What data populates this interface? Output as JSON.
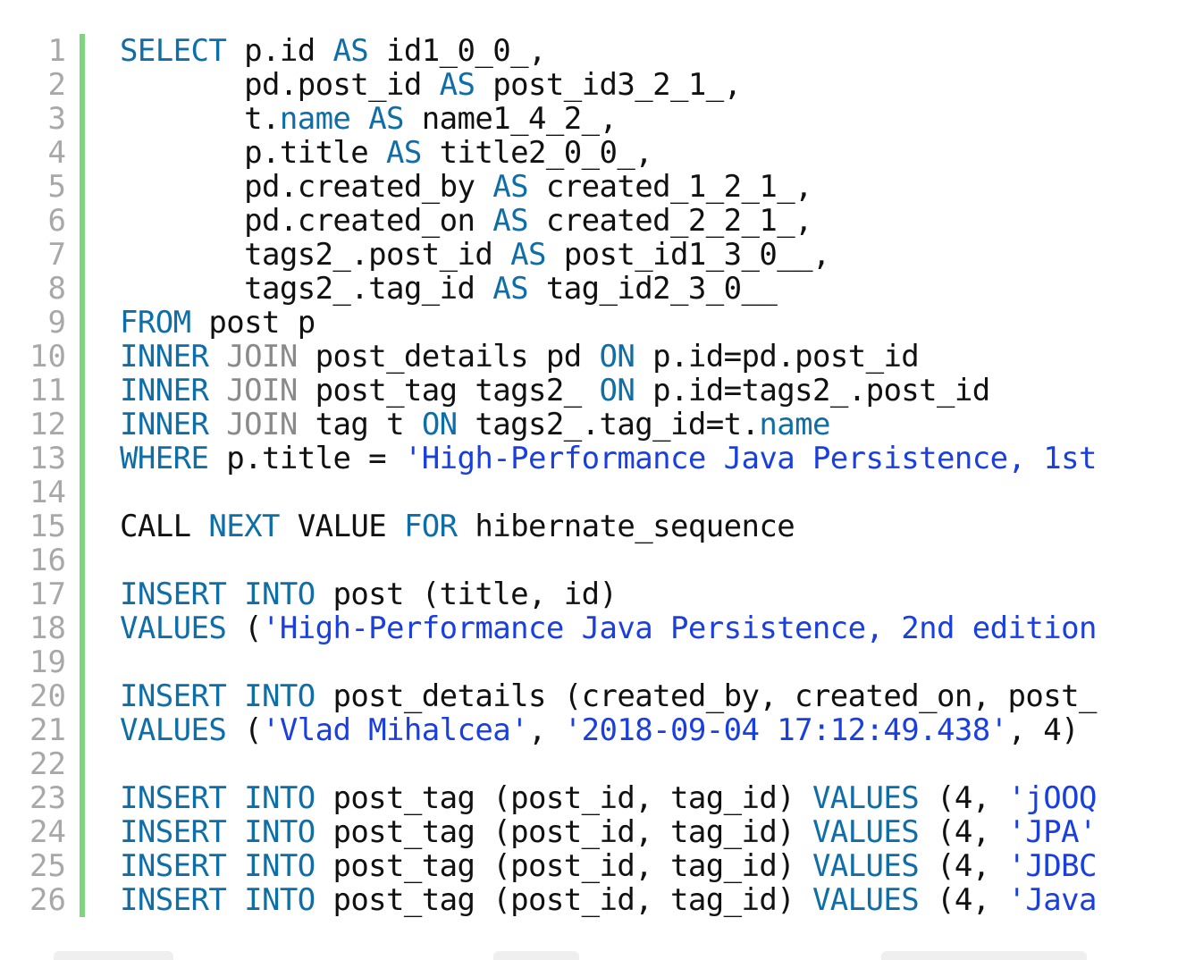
{
  "colors": {
    "keyword": "#0d6ea8",
    "join_keyword": "#8a8a8a",
    "string": "#1a3fe0",
    "text": "#111111",
    "line_number": "#a8a8a8",
    "change_bar": "#7fd67f"
  },
  "lines": [
    {
      "number": "1",
      "tokens": [
        {
          "t": "kw",
          "v": "SELECT"
        },
        {
          "t": "tx",
          "v": " p.id "
        },
        {
          "t": "kw",
          "v": "AS"
        },
        {
          "t": "tx",
          "v": " id1_0_0_,"
        }
      ]
    },
    {
      "number": "2",
      "tokens": [
        {
          "t": "tx",
          "v": "       pd.post_id "
        },
        {
          "t": "kw",
          "v": "AS"
        },
        {
          "t": "tx",
          "v": " post_id3_2_1_,"
        }
      ]
    },
    {
      "number": "3",
      "tokens": [
        {
          "t": "tx",
          "v": "       t."
        },
        {
          "t": "kw",
          "v": "name"
        },
        {
          "t": "tx",
          "v": " "
        },
        {
          "t": "kw",
          "v": "AS"
        },
        {
          "t": "tx",
          "v": " name1_4_2_,"
        }
      ]
    },
    {
      "number": "4",
      "tokens": [
        {
          "t": "tx",
          "v": "       p.title "
        },
        {
          "t": "kw",
          "v": "AS"
        },
        {
          "t": "tx",
          "v": " title2_0_0_,"
        }
      ]
    },
    {
      "number": "5",
      "tokens": [
        {
          "t": "tx",
          "v": "       pd.created_by "
        },
        {
          "t": "kw",
          "v": "AS"
        },
        {
          "t": "tx",
          "v": " created_1_2_1_,"
        }
      ]
    },
    {
      "number": "6",
      "tokens": [
        {
          "t": "tx",
          "v": "       pd.created_on "
        },
        {
          "t": "kw",
          "v": "AS"
        },
        {
          "t": "tx",
          "v": " created_2_2_1_,"
        }
      ]
    },
    {
      "number": "7",
      "tokens": [
        {
          "t": "tx",
          "v": "       tags2_.post_id "
        },
        {
          "t": "kw",
          "v": "AS"
        },
        {
          "t": "tx",
          "v": " post_id1_3_0__,"
        }
      ]
    },
    {
      "number": "8",
      "tokens": [
        {
          "t": "tx",
          "v": "       tags2_.tag_id "
        },
        {
          "t": "kw",
          "v": "AS"
        },
        {
          "t": "tx",
          "v": " tag_id2_3_0__"
        }
      ]
    },
    {
      "number": "9",
      "tokens": [
        {
          "t": "kw",
          "v": "FROM"
        },
        {
          "t": "tx",
          "v": " post p"
        }
      ]
    },
    {
      "number": "10",
      "tokens": [
        {
          "t": "kw",
          "v": "INNER"
        },
        {
          "t": "tx",
          "v": " "
        },
        {
          "t": "kw2",
          "v": "JOIN"
        },
        {
          "t": "tx",
          "v": " post_details pd "
        },
        {
          "t": "kw",
          "v": "ON"
        },
        {
          "t": "tx",
          "v": " p.id=pd.post_id"
        }
      ]
    },
    {
      "number": "11",
      "tokens": [
        {
          "t": "kw",
          "v": "INNER"
        },
        {
          "t": "tx",
          "v": " "
        },
        {
          "t": "kw2",
          "v": "JOIN"
        },
        {
          "t": "tx",
          "v": " post_tag tags2_ "
        },
        {
          "t": "kw",
          "v": "ON"
        },
        {
          "t": "tx",
          "v": " p.id=tags2_.post_id"
        }
      ]
    },
    {
      "number": "12",
      "tokens": [
        {
          "t": "kw",
          "v": "INNER"
        },
        {
          "t": "tx",
          "v": " "
        },
        {
          "t": "kw2",
          "v": "JOIN"
        },
        {
          "t": "tx",
          "v": " tag t "
        },
        {
          "t": "kw",
          "v": "ON"
        },
        {
          "t": "tx",
          "v": " tags2_.tag_id=t."
        },
        {
          "t": "kw",
          "v": "name"
        }
      ]
    },
    {
      "number": "13",
      "tokens": [
        {
          "t": "kw",
          "v": "WHERE"
        },
        {
          "t": "tx",
          "v": " p.title = "
        },
        {
          "t": "str",
          "v": "'High-Performance Java Persistence, 1st"
        }
      ]
    },
    {
      "number": "14",
      "tokens": []
    },
    {
      "number": "15",
      "tokens": [
        {
          "t": "tx",
          "v": "CALL "
        },
        {
          "t": "kw",
          "v": "NEXT"
        },
        {
          "t": "tx",
          "v": " VALUE "
        },
        {
          "t": "kw",
          "v": "FOR"
        },
        {
          "t": "tx",
          "v": " hibernate_sequence"
        }
      ]
    },
    {
      "number": "16",
      "tokens": []
    },
    {
      "number": "17",
      "tokens": [
        {
          "t": "kw",
          "v": "INSERT"
        },
        {
          "t": "tx",
          "v": " "
        },
        {
          "t": "kw",
          "v": "INTO"
        },
        {
          "t": "tx",
          "v": " post (title, id)"
        }
      ]
    },
    {
      "number": "18",
      "tokens": [
        {
          "t": "kw",
          "v": "VALUES"
        },
        {
          "t": "tx",
          "v": " ("
        },
        {
          "t": "str",
          "v": "'High-Performance Java Persistence, 2nd edition"
        }
      ]
    },
    {
      "number": "19",
      "tokens": []
    },
    {
      "number": "20",
      "tokens": [
        {
          "t": "kw",
          "v": "INSERT"
        },
        {
          "t": "tx",
          "v": " "
        },
        {
          "t": "kw",
          "v": "INTO"
        },
        {
          "t": "tx",
          "v": " post_details (created_by, created_on, post_"
        }
      ]
    },
    {
      "number": "21",
      "tokens": [
        {
          "t": "kw",
          "v": "VALUES"
        },
        {
          "t": "tx",
          "v": " ("
        },
        {
          "t": "str",
          "v": "'Vlad Mihalcea'"
        },
        {
          "t": "tx",
          "v": ", "
        },
        {
          "t": "str",
          "v": "'2018-09-04 17:12:49.438'"
        },
        {
          "t": "tx",
          "v": ", 4)"
        }
      ]
    },
    {
      "number": "22",
      "tokens": []
    },
    {
      "number": "23",
      "tokens": [
        {
          "t": "kw",
          "v": "INSERT"
        },
        {
          "t": "tx",
          "v": " "
        },
        {
          "t": "kw",
          "v": "INTO"
        },
        {
          "t": "tx",
          "v": " post_tag (post_id, tag_id) "
        },
        {
          "t": "kw",
          "v": "VALUES"
        },
        {
          "t": "tx",
          "v": " (4, "
        },
        {
          "t": "str",
          "v": "'jOOQ"
        }
      ]
    },
    {
      "number": "24",
      "tokens": [
        {
          "t": "kw",
          "v": "INSERT"
        },
        {
          "t": "tx",
          "v": " "
        },
        {
          "t": "kw",
          "v": "INTO"
        },
        {
          "t": "tx",
          "v": " post_tag (post_id, tag_id) "
        },
        {
          "t": "kw",
          "v": "VALUES"
        },
        {
          "t": "tx",
          "v": " (4, "
        },
        {
          "t": "str",
          "v": "'JPA'"
        }
      ]
    },
    {
      "number": "25",
      "tokens": [
        {
          "t": "kw",
          "v": "INSERT"
        },
        {
          "t": "tx",
          "v": " "
        },
        {
          "t": "kw",
          "v": "INTO"
        },
        {
          "t": "tx",
          "v": " post_tag (post_id, tag_id) "
        },
        {
          "t": "kw",
          "v": "VALUES"
        },
        {
          "t": "tx",
          "v": " (4, "
        },
        {
          "t": "str",
          "v": "'JDBC"
        }
      ]
    },
    {
      "number": "26",
      "tokens": [
        {
          "t": "kw",
          "v": "INSERT"
        },
        {
          "t": "tx",
          "v": " "
        },
        {
          "t": "kw",
          "v": "INTO"
        },
        {
          "t": "tx",
          "v": " post_tag (post_id, tag_id) "
        },
        {
          "t": "kw",
          "v": "VALUES"
        },
        {
          "t": "tx",
          "v": " (4, "
        },
        {
          "t": "str",
          "v": "'Java"
        }
      ]
    }
  ]
}
